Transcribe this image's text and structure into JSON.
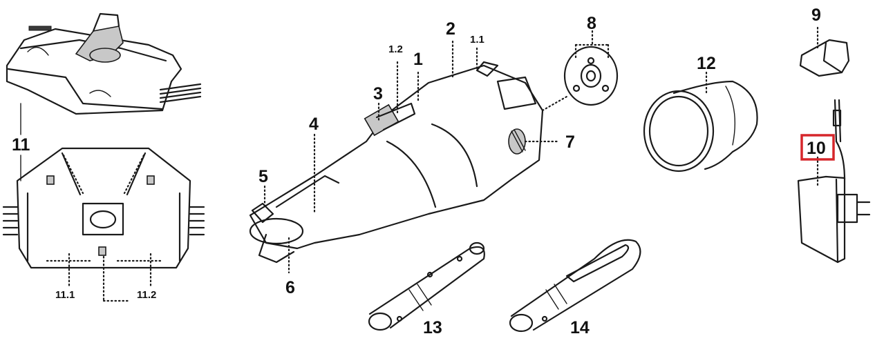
{
  "diagram": {
    "callouts": {
      "p1": "1",
      "p1_1": "1.1",
      "p1_2": "1.2",
      "p2": "2",
      "p3": "3",
      "p4": "4",
      "p5": "5",
      "p6": "6",
      "p7": "7",
      "p8": "8",
      "p9": "9",
      "p10": "10",
      "p11": "11",
      "p11_1": "11.1",
      "p11_2": "11.2",
      "p12": "12",
      "p13": "13",
      "p14": "14"
    },
    "highlight_part": "10",
    "highlight_color": "#d6262b",
    "line_color": "#1a1a1a"
  }
}
